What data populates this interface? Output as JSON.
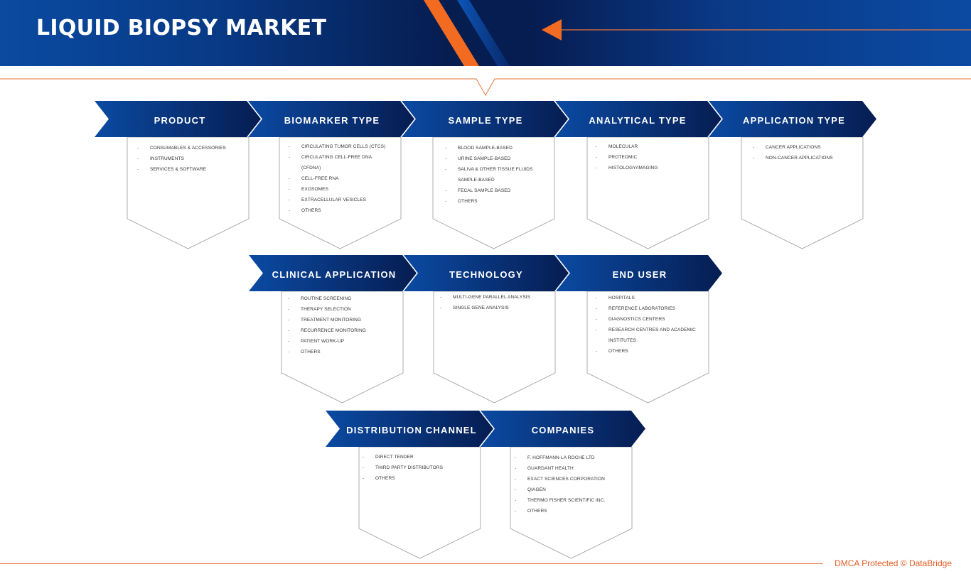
{
  "header": {
    "title": "LIQUID BIOPSY MARKET"
  },
  "colors": {
    "navy": "#061d52",
    "blue": "#0b4aa2",
    "orange": "#f26b21",
    "footer_orange": "#e35d24"
  },
  "rows": [
    {
      "segments": [
        {
          "label": "PRODUCT",
          "items": [
            "Consumables & Accessories",
            "Instruments",
            "Services & Software"
          ]
        },
        {
          "label": "BIOMARKER TYPE",
          "items": [
            "Circulating Tumor Cells (CTCs)",
            "Circulating Cell-Free DNA",
            "(cfDNA)",
            "Cell-Free RNA",
            "Exosomes",
            "Extracellular Vesicles",
            "Others"
          ]
        },
        {
          "label": "SAMPLE TYPE",
          "items": [
            "Blood Sample-Based",
            "Urine Sample-Based",
            "Saliva & Other Tissue Fluids",
            "Sample-Based",
            "Fecal Sample Based",
            "Others"
          ]
        },
        {
          "label": "ANALYTICAL TYPE",
          "items": [
            "Molecular",
            "Proteomic",
            "Histology/Imaging"
          ]
        },
        {
          "label": "APPLICATION TYPE",
          "items": [
            "Cancer Applications",
            "Non-Cancer Applications"
          ]
        }
      ]
    },
    {
      "segments": [
        {
          "label": "CLINICAL APPLICATION",
          "items": [
            "Routine Screening",
            "Therapy Selection",
            "Treatment Monitoring",
            "Recurrence Monitoring",
            "Patient Work-Up",
            "Others"
          ]
        },
        {
          "label": "TECHNOLOGY",
          "items": [
            "Multi-Gene Parallel Analysis",
            "Single Gene Analysis"
          ]
        },
        {
          "label": "END USER",
          "items": [
            "Hospitals",
            "Reference Laboratories",
            "Diagnostics Centers",
            "Research Centres and Academic",
            "Institutes",
            "Others"
          ]
        }
      ]
    },
    {
      "segments": [
        {
          "label": "DISTRIBUTION CHANNEL",
          "items": [
            "Direct Tender",
            "Third Party Distributors",
            "Others"
          ]
        },
        {
          "label": "COMPANIES",
          "items": [
            "F. Hoffmann-La Roche Ltd",
            "Guardant Health",
            "Exact Sciences Corporation",
            "QIAGEN",
            "Thermo Fisher Scientific Inc.",
            "Others"
          ]
        }
      ]
    }
  ],
  "footer": {
    "text": "DMCA Protected © DataBridge"
  }
}
